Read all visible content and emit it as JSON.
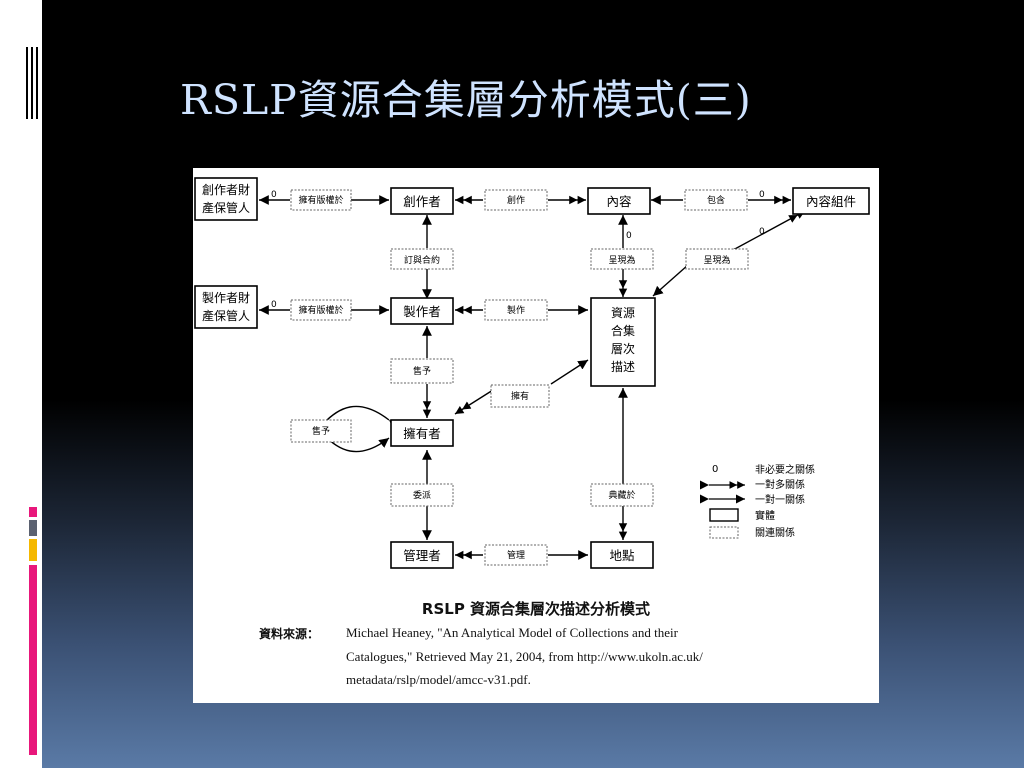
{
  "slide": {
    "title": "RSLP資源合集層分析模式(三)"
  },
  "diagram": {
    "entities": {
      "creator_property_manager": "創作者財產保管人",
      "creator": "創作者",
      "content": "內容",
      "content_component": "內容組件",
      "producer_property_manager": "製作者財產保管人",
      "producer": "製作者",
      "resource_description": "資源合集層次描述",
      "owner": "擁有者",
      "manager": "管理者",
      "location": "地點"
    },
    "relations": {
      "copyright_holder_1": "擁有版權於",
      "create": "創作",
      "contains": "包含",
      "contract": "訂與合約",
      "presented_as_1": "呈現為",
      "presented_as_2": "呈現為",
      "copyright_holder_2": "擁有版權於",
      "produce": "製作",
      "sell_1": "售予",
      "own": "擁有",
      "sell_2": "售予",
      "delegate": "委派",
      "held_at": "典藏於",
      "manage": "管理"
    },
    "zero_marker": "0",
    "legend": {
      "optional": "非必要之關係",
      "one_to_many": "一對多關係",
      "one_to_one": "一對一關係",
      "entity": "實體",
      "relation": "關連關係"
    },
    "caption": {
      "title": "RSLP 資源合集層次描述分析模式",
      "source_label": "資料來源：",
      "source_line1": "Michael Heaney, \"An Analytical Model of Collections and their",
      "source_line2": "Catalogues,\" Retrieved May 21, 2004, from http://www.ukoln.ac.uk/",
      "source_line3": "metadata/rslp/model/amcc-v31.pdf."
    }
  }
}
